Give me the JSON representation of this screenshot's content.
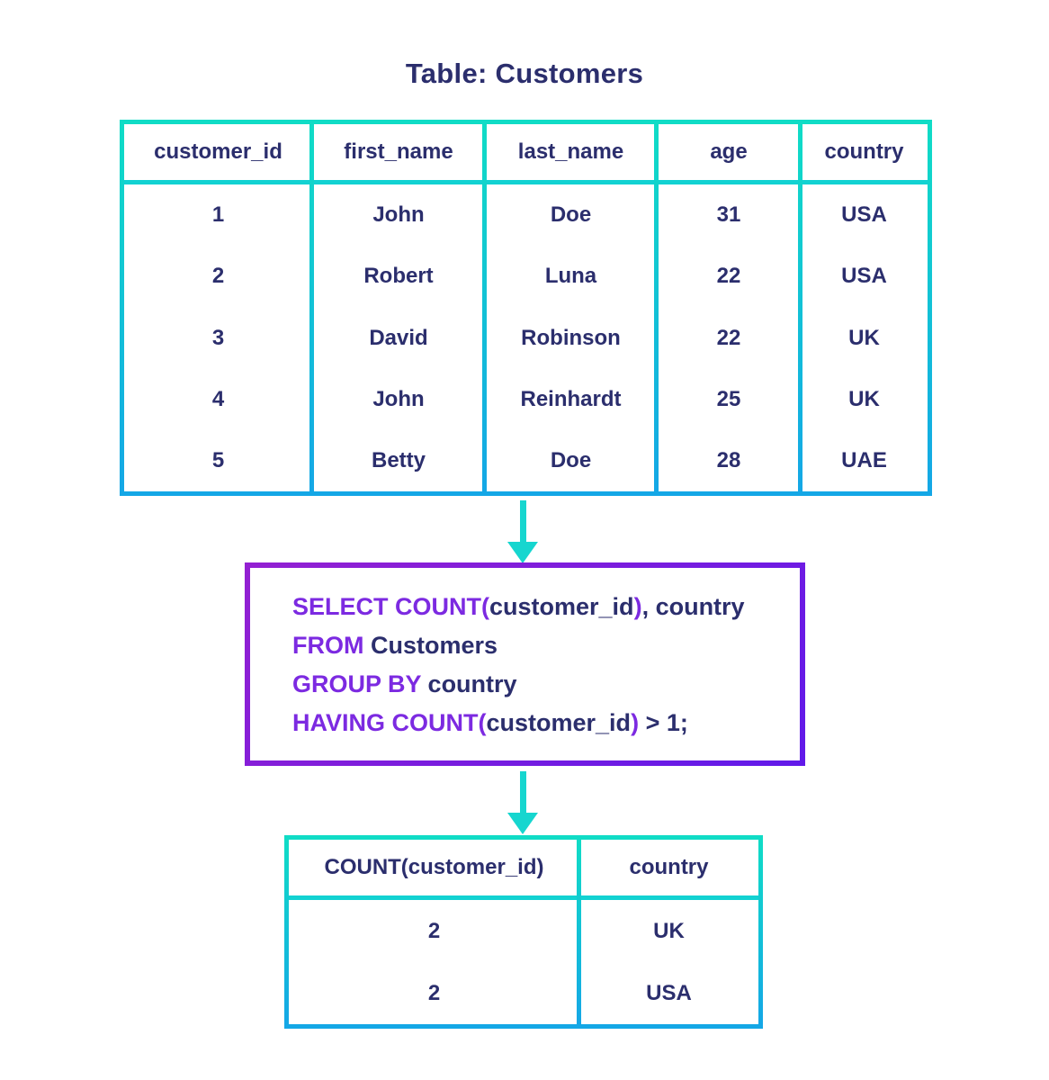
{
  "colors": {
    "navy": "#2b2e6d",
    "keyword": "#7c2ae1",
    "teal": "#10dcc6",
    "blue": "#14a7e6",
    "separator": "#12d2d2",
    "arrow": "#16d6cf",
    "sqlb1": "#9320d2",
    "sqlb2": "#6119e9",
    "bg": "#ffffff"
  },
  "title": "Table: Customers",
  "customers_table": {
    "columns": [
      "customer_id",
      "first_name",
      "last_name",
      "age",
      "country"
    ],
    "rows": [
      [
        "1",
        "John",
        "Doe",
        "31",
        "USA"
      ],
      [
        "2",
        "Robert",
        "Luna",
        "22",
        "USA"
      ],
      [
        "3",
        "David",
        "Robinson",
        "22",
        "UK"
      ],
      [
        "4",
        "John",
        "Reinhardt",
        "25",
        "UK"
      ],
      [
        "5",
        "Betty",
        "Doe",
        "28",
        "UAE"
      ]
    ]
  },
  "sql_query": {
    "lines": [
      {
        "segments": [
          {
            "type": "keyword",
            "text": "SELECT COUNT("
          },
          {
            "type": "plain",
            "text": "customer_id"
          },
          {
            "type": "keyword",
            "text": ")"
          },
          {
            "type": "plain",
            "text": ", country"
          }
        ]
      },
      {
        "segments": [
          {
            "type": "keyword",
            "text": "FROM"
          },
          {
            "type": "plain",
            "text": " Customers"
          }
        ]
      },
      {
        "segments": [
          {
            "type": "keyword",
            "text": "GROUP BY"
          },
          {
            "type": "plain",
            "text": " country"
          }
        ]
      },
      {
        "segments": [
          {
            "type": "keyword",
            "text": "HAVING COUNT("
          },
          {
            "type": "plain",
            "text": "customer_id"
          },
          {
            "type": "keyword",
            "text": ")"
          },
          {
            "type": "plain",
            "text": " > 1;"
          }
        ]
      }
    ]
  },
  "result_table": {
    "columns": [
      "COUNT(customer_id)",
      "country"
    ],
    "rows": [
      [
        "2",
        "UK"
      ],
      [
        "2",
        "USA"
      ]
    ]
  }
}
